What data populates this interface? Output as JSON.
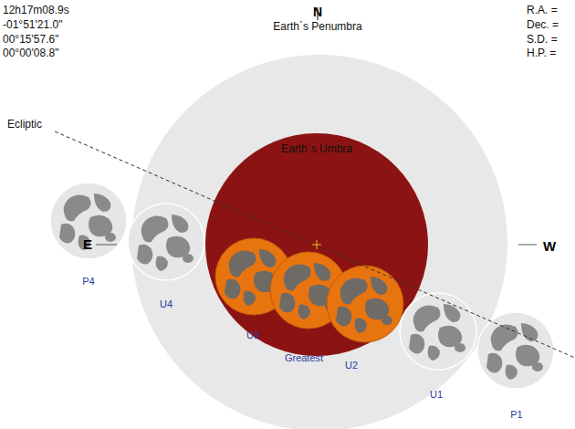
{
  "diagram": {
    "nodes": [
      {
        "text": [
          "Earth´s Penumbra"
        ]
      },
      {
        "text": [
          "Earth´s Umbra"
        ],
        "in": 0
      }
    ],
    "labels": [
      "12h17m08.9s",
      "-01°51'21.0\"",
      "00°15'57.6\"",
      "00°00'08.8\"",
      "R.A. =",
      "Dec. =",
      "S.D. =",
      "H.P. =",
      "N",
      "Ecliptic",
      "E",
      "W",
      "P4",
      "U4",
      "U3",
      "Greatest",
      "U2",
      "U1",
      "P1"
    ]
  }
}
